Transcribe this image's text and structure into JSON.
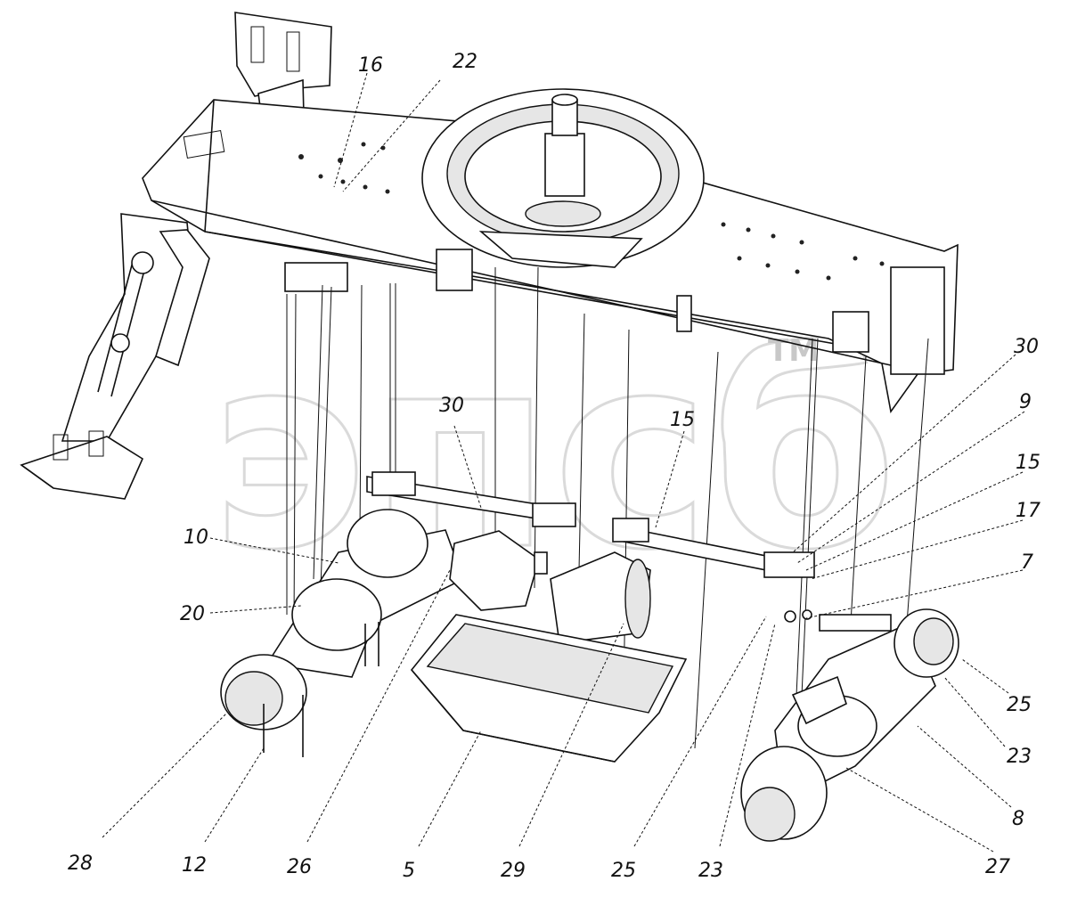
{
  "watermark": {
    "text": "эпсб",
    "trademark": "TM"
  },
  "callouts": [
    {
      "id": "c16a",
      "label": "16"
    },
    {
      "id": "c22a",
      "label": "22"
    },
    {
      "id": "c30a",
      "label": "30"
    },
    {
      "id": "c15a",
      "label": "15"
    },
    {
      "id": "c30b",
      "label": "30"
    },
    {
      "id": "c9",
      "label": "9"
    },
    {
      "id": "c15b",
      "label": "15"
    },
    {
      "id": "c17",
      "label": "17"
    },
    {
      "id": "c7",
      "label": "7"
    },
    {
      "id": "c10",
      "label": "10"
    },
    {
      "id": "c20",
      "label": "20"
    },
    {
      "id": "c25a",
      "label": "25"
    },
    {
      "id": "c23a",
      "label": "23"
    },
    {
      "id": "c8",
      "label": "8"
    },
    {
      "id": "c27",
      "label": "27"
    },
    {
      "id": "c28",
      "label": "28"
    },
    {
      "id": "c12",
      "label": "12"
    },
    {
      "id": "c26",
      "label": "26"
    },
    {
      "id": "c5",
      "label": "5"
    },
    {
      "id": "c29",
      "label": "29"
    },
    {
      "id": "c25b",
      "label": "25"
    },
    {
      "id": "c23b",
      "label": "23"
    }
  ]
}
